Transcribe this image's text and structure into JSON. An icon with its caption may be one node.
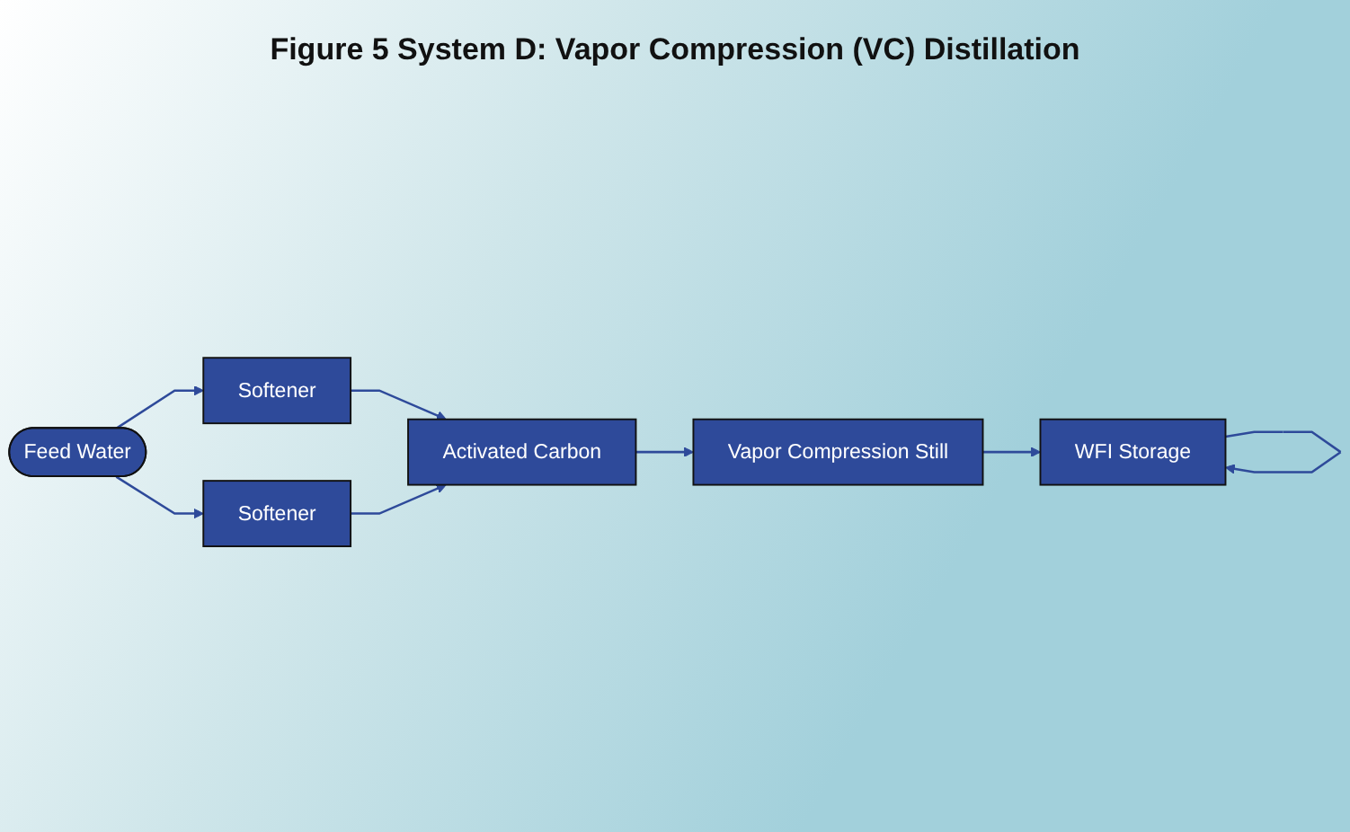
{
  "diagram": {
    "title": "Figure 5 System D: Vapor Compression (VC) Distillation",
    "nodes": [
      {
        "text": [
          "Feed Water"
        ]
      },
      {
        "text": [
          "Softener"
        ]
      },
      {
        "text": [
          "Softener"
        ]
      },
      {
        "text": [
          "Activated Carbon"
        ]
      },
      {
        "text": [
          "Vapor Compression Still"
        ]
      },
      {
        "text": [
          "WFI Storage"
        ]
      }
    ],
    "edges": [
      {
        "from": 0,
        "to": 1,
        "arrow": "to"
      },
      {
        "from": 0,
        "to": 2,
        "arrow": "to"
      },
      {
        "from": 1,
        "to": 3,
        "arrow": "to"
      },
      {
        "from": 2,
        "to": 3,
        "arrow": "to"
      },
      {
        "from": 3,
        "to": 4,
        "arrow": "to"
      },
      {
        "from": 4,
        "to": 5,
        "arrow": "to"
      },
      {
        "from": 5,
        "to": 5,
        "arrow": "to"
      }
    ]
  }
}
